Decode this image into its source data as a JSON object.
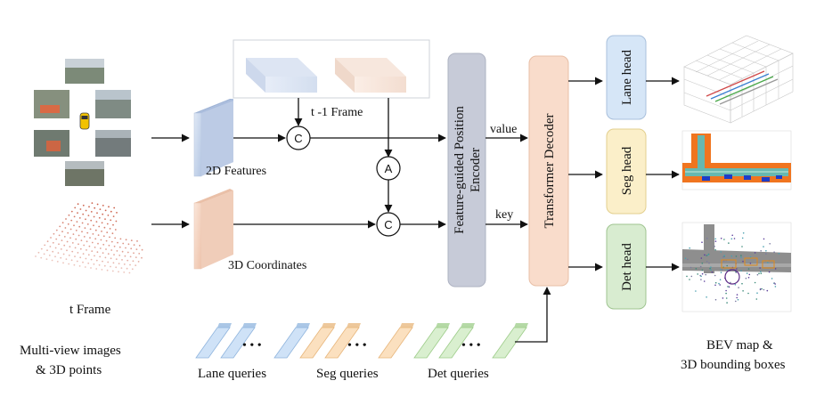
{
  "labels": {
    "t_frame": "t  Frame",
    "prev_frame": "t -1 Frame",
    "features_2d": "2D Features",
    "coords_3d": "3D Coordinates",
    "inputs_line1": "Multi-view images",
    "inputs_line2": "& 3D points",
    "value": "value",
    "key": "key",
    "encoder_line1": "Feature-guided Position",
    "encoder_line2": "Encoder",
    "decoder": "Transformer  Decoder",
    "lane_head": "Lane head",
    "seg_head": "Seg head",
    "det_head": "Det head",
    "lane_queries": "Lane queries",
    "seg_queries": "Seg queries",
    "det_queries": "Det queries",
    "output_line1": "BEV map &",
    "output_line2": "3D bounding boxes",
    "op_concat": "C",
    "op_align": "A",
    "dots": "• • •"
  },
  "colors": {
    "features_2d": "#c9d7ec",
    "coords_3d": "#f5d9c8",
    "encoder": "#c7cbd8",
    "decoder": "#f9dccb",
    "lane_head": "#d6e6f7",
    "seg_head": "#fbefc9",
    "det_head": "#d8ecd0",
    "lane_query": "#cfe2f7",
    "seg_query": "#fbe0bf",
    "det_query": "#d9efcf",
    "arrow": "#111111",
    "point_cloud": "#c8553d",
    "seg_map_orange": "#f0751f",
    "seg_map_teal": "#67b8b0",
    "seg_map_blue": "#1e3cc8"
  }
}
